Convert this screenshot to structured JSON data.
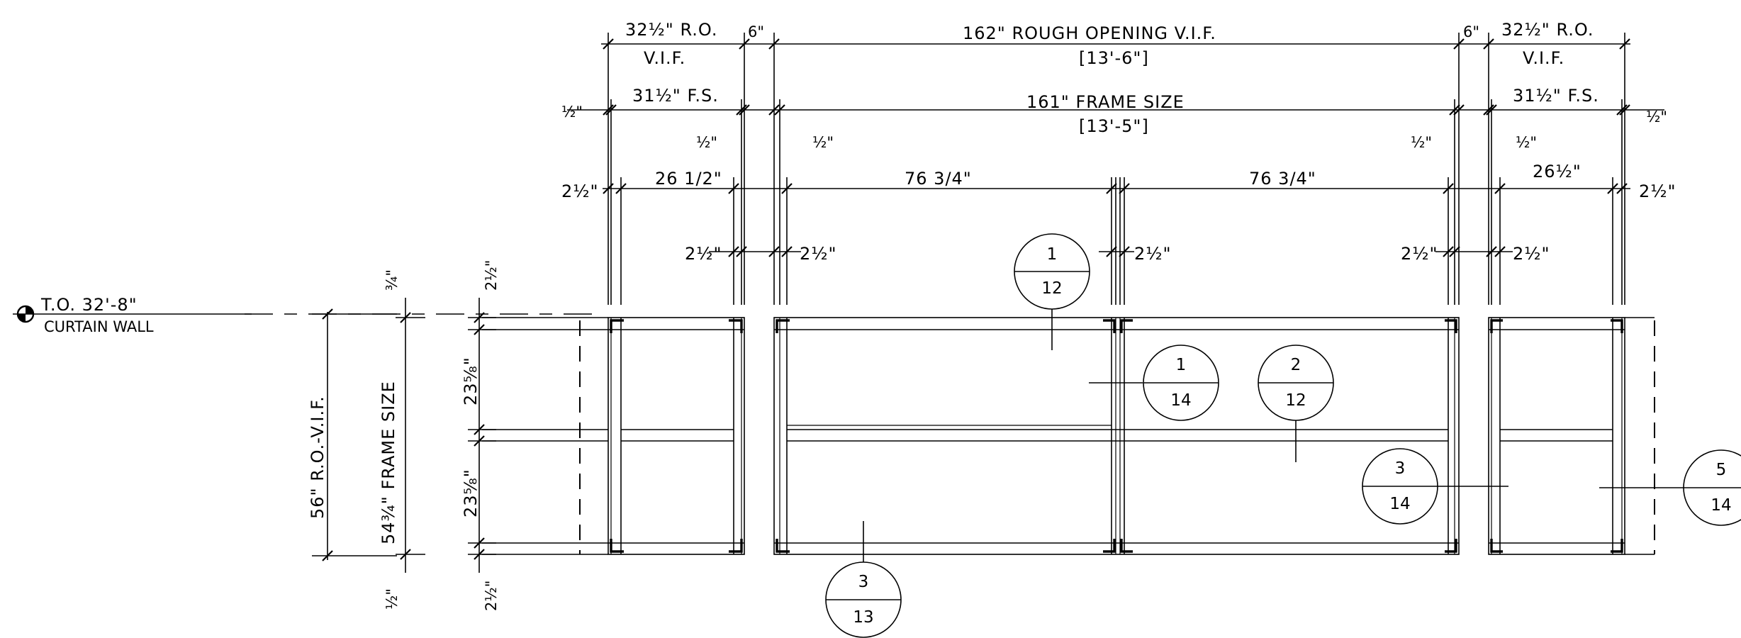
{
  "elevation": {
    "label_line1": "T.O. 32'-8\"",
    "label_line2": "CURTAIN WALL"
  },
  "top_dims": {
    "ro_left": "32½\" R.O.",
    "ro_right": "32½\" R.O.",
    "vif_left": "V.I.F.",
    "vif_right": "V.I.F.",
    "gap_left": "6\"",
    "gap_right": "6\"",
    "rough_opening": "162\" ROUGH OPENING V.I.F.",
    "rough_opening_ft": "[13'-6\"]",
    "fs_left": "31½\" F.S.",
    "fs_right": "31½\" F.S.",
    "frame_size": "161\" FRAME SIZE",
    "frame_size_ft": "[13'-5\"]",
    "half_outer_left": "½\"",
    "half_outer_right": "½\"",
    "half_inner_1": "½\"",
    "half_inner_2": "½\"",
    "half_inner_3": "½\"",
    "half_inner_4": "½\"",
    "bay_left": "26 1/2\"",
    "bay_center_1": "76 3/4\"",
    "bay_center_2": "76 3/4\"",
    "bay_right": "26½\"",
    "mull_outer_left": "2½\"",
    "mull_outer_right": "2½\"",
    "mull_1": "2½\"",
    "mull_2": "2½\"",
    "mull_3": "2½\"",
    "mull_4": "2½\"",
    "mull_5": "2½\""
  },
  "side_dims": {
    "ro": "56\" R.O.-V.I.F.",
    "frame": "54¾\" FRAME SIZE",
    "top_gap": "¾\"",
    "bottom_gap": "½\"",
    "top_mull": "2½\"",
    "lite_upper": "23⅝\"",
    "lite_lower": "23⅝\"",
    "bottom_mull": "2½\""
  },
  "detail_tags": [
    {
      "num": "1",
      "sheet": "12"
    },
    {
      "num": "1",
      "sheet": "14"
    },
    {
      "num": "2",
      "sheet": "12"
    },
    {
      "num": "3",
      "sheet": "14"
    },
    {
      "num": "5",
      "sheet": "14"
    },
    {
      "num": "3",
      "sheet": "13"
    }
  ]
}
